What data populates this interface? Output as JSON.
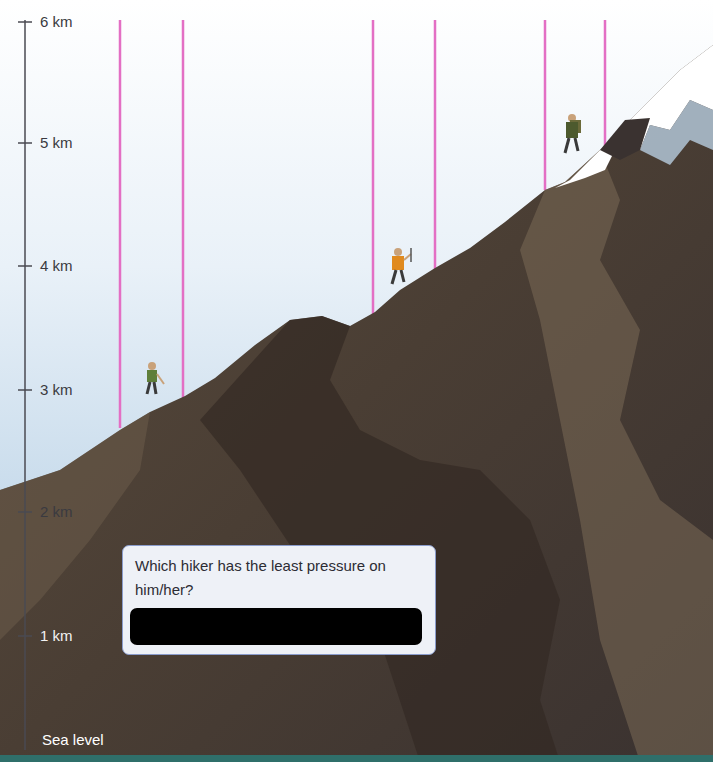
{
  "diagram": {
    "nodes": [
      {
        "text": [
          "Which hiker has the least pressure on him/her?"
        ]
      }
    ],
    "labels": [
      "6 km",
      "5 km",
      "4 km",
      "3 km",
      "2 km",
      "1 km",
      "Sea level"
    ]
  }
}
